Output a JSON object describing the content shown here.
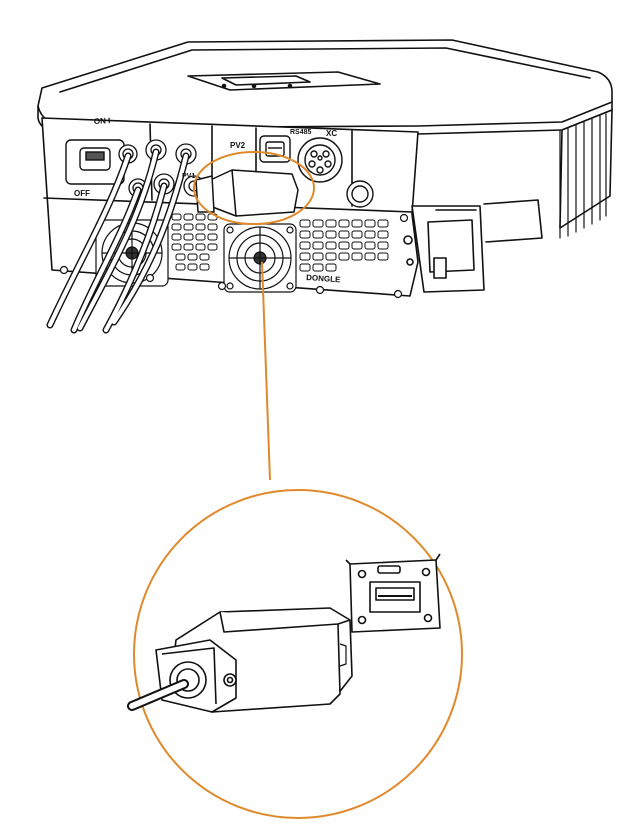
{
  "labels": {
    "on": "ON I",
    "off": "OFF",
    "pv1": "PV1",
    "pv2": "PV2",
    "rs485": "RS485",
    "xc": "XC",
    "dongle": "DONGLE"
  },
  "colors": {
    "line": "#111111",
    "highlight": "#e0892b",
    "background": "#ffffff"
  }
}
